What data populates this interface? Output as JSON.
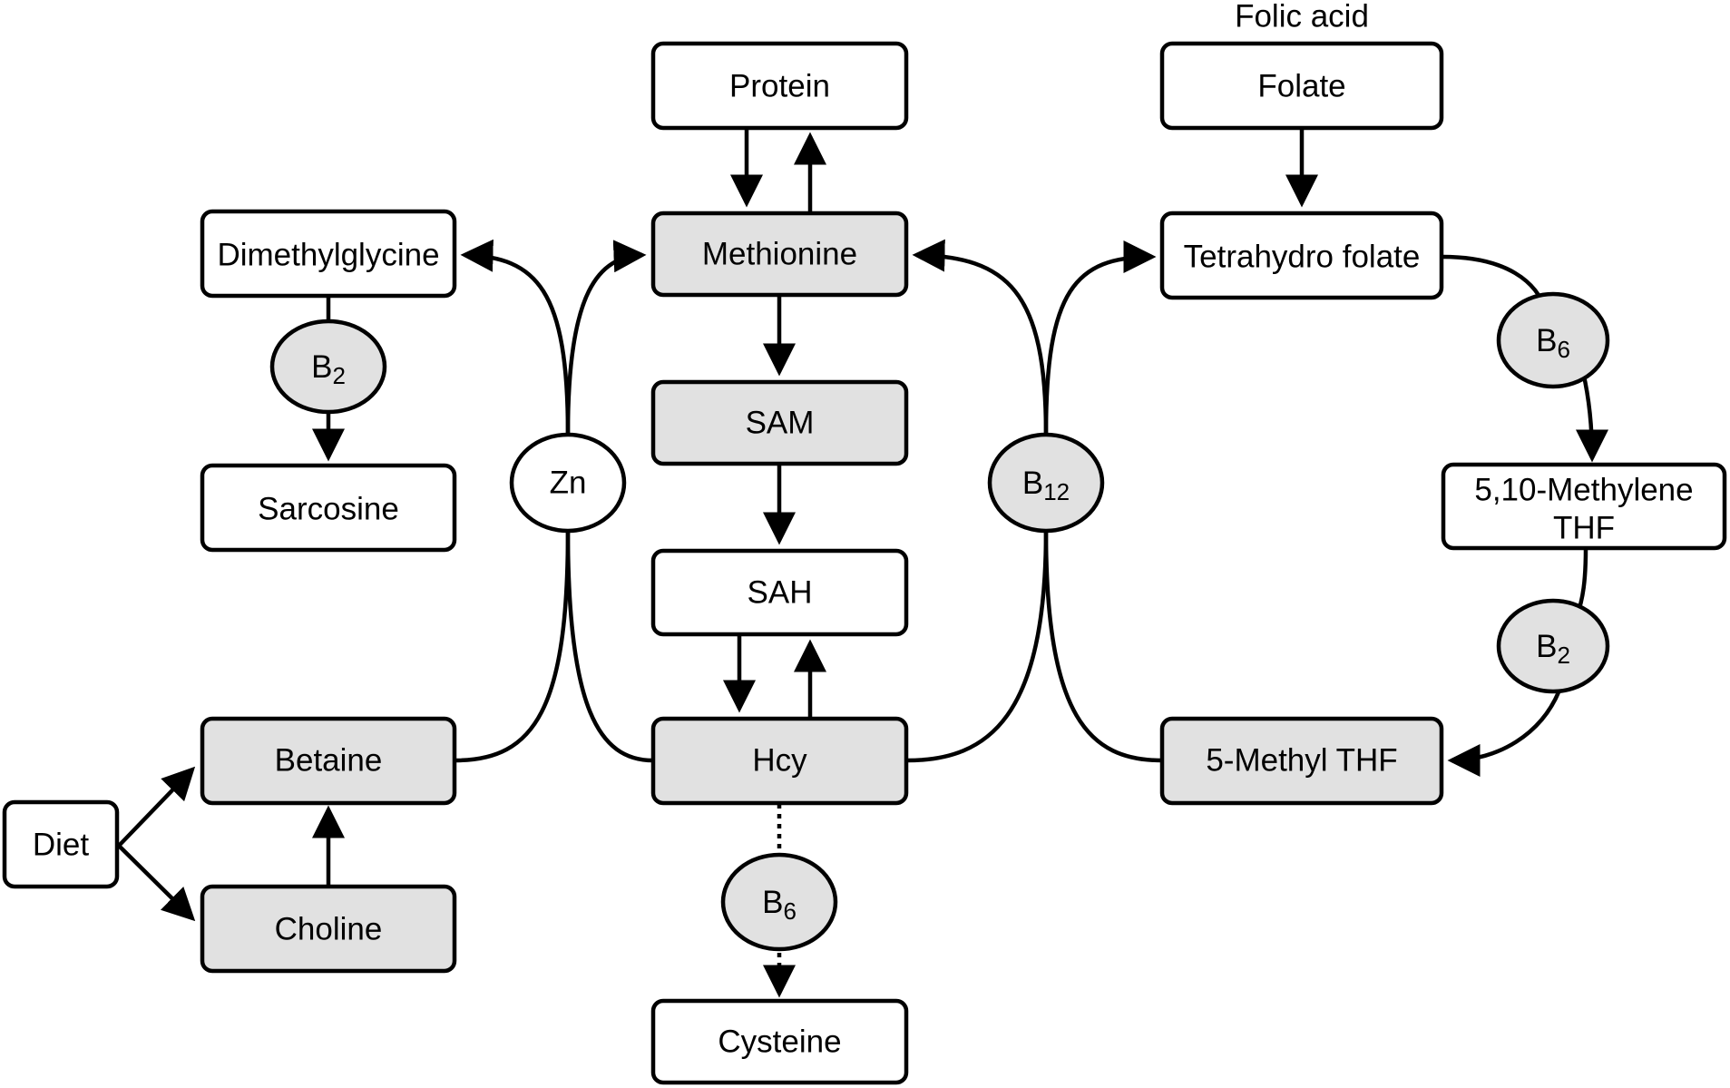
{
  "diagram": {
    "top_label": "Folic acid",
    "nodes": {
      "protein": "Protein",
      "methionine": "Methionine",
      "sam": "SAM",
      "sah": "SAH",
      "hcy": "Hcy",
      "cysteine": "Cysteine",
      "folate": "Folate",
      "tetrahydro_folate": "Tetrahydro folate",
      "methylene_thf_line1": "5,10-Methylene",
      "methylene_thf_line2": "THF",
      "methyl_thf": "5-Methyl THF",
      "dimethylglycine": "Dimethylglycine",
      "sarcosine": "Sarcosine",
      "betaine": "Betaine",
      "choline": "Choline",
      "diet": "Diet"
    },
    "cofactors": {
      "zn": "Zn",
      "b2_left": {
        "base": "B",
        "sub": "2"
      },
      "b12": {
        "base": "B",
        "sub": "12"
      },
      "b6_right": {
        "base": "B",
        "sub": "6"
      },
      "b2_right": {
        "base": "B",
        "sub": "2"
      },
      "b6_bottom": {
        "base": "B",
        "sub": "6"
      }
    }
  }
}
